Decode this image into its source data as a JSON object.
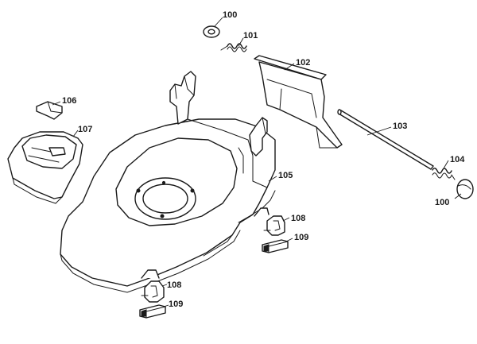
{
  "callouts": {
    "c100a": "100",
    "c101": "101",
    "c102": "102",
    "c103": "103",
    "c104": "104",
    "c100b": "100",
    "c105": "105",
    "c106": "106",
    "c107": "107",
    "c108a": "108",
    "c109a": "109",
    "c108b": "108",
    "c109b": "109"
  }
}
